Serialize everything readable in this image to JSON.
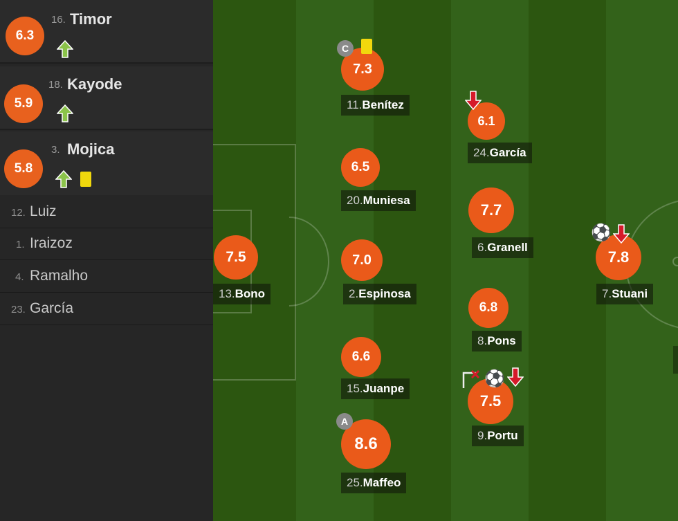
{
  "substitutes": [
    {
      "rating": "6.3",
      "number": "16.",
      "name": "Timor",
      "cards": []
    },
    {
      "rating": "5.9",
      "number": "18.",
      "name": "Kayode",
      "cards": []
    },
    {
      "rating": "5.8",
      "number": "3.",
      "name": "Mojica",
      "cards": [
        "yellow"
      ]
    }
  ],
  "bench": [
    {
      "number": "12.",
      "name": "Luiz"
    },
    {
      "number": "1.",
      "name": "Iraizoz"
    },
    {
      "number": "4.",
      "name": "Ramalho"
    },
    {
      "number": "23.",
      "name": "García"
    }
  ],
  "players": [
    {
      "id": "benitez",
      "rating": "7.3",
      "number": "11.",
      "name": "Benítez",
      "badge": "C",
      "icons": [
        "yellow-card-icon"
      ]
    },
    {
      "id": "garcia24",
      "rating": "6.1",
      "number": "24.",
      "name": "García",
      "icons": [
        "sub-out-arrow-icon"
      ]
    },
    {
      "id": "muniesa",
      "rating": "6.5",
      "number": "20.",
      "name": "Muniesa",
      "icons": []
    },
    {
      "id": "granell",
      "rating": "7.7",
      "number": "6.",
      "name": "Granell",
      "icons": []
    },
    {
      "id": "bono",
      "rating": "7.5",
      "number": "13.",
      "name": "Bono",
      "icons": []
    },
    {
      "id": "espinosa",
      "rating": "7.0",
      "number": "2.",
      "name": "Espinosa",
      "icons": []
    },
    {
      "id": "stuani",
      "rating": "7.8",
      "number": "7.",
      "name": "Stuani",
      "icons": [
        "ball-icon",
        "sub-out-arrow-icon"
      ]
    },
    {
      "id": "pons",
      "rating": "6.8",
      "number": "8.",
      "name": "Pons",
      "icons": []
    },
    {
      "id": "juanpe",
      "rating": "6.6",
      "number": "15.",
      "name": "Juanpe",
      "icons": []
    },
    {
      "id": "portu",
      "rating": "7.5",
      "number": "9.",
      "name": "Portu",
      "icons": [
        "missed-chance-icon",
        "ball-icon",
        "sub-out-arrow-icon"
      ]
    },
    {
      "id": "maffeo",
      "rating": "8.6",
      "number": "25.",
      "name": "Maffeo",
      "badge": "A",
      "icons": []
    }
  ],
  "colors": {
    "rating": "#ea5a1a",
    "pitch_dark": "#2a520f",
    "pitch_light": "#346417",
    "yellow_card": "#f1d80d",
    "arrow_up": "#8bc34a",
    "arrow_down": "#d61a2a"
  }
}
